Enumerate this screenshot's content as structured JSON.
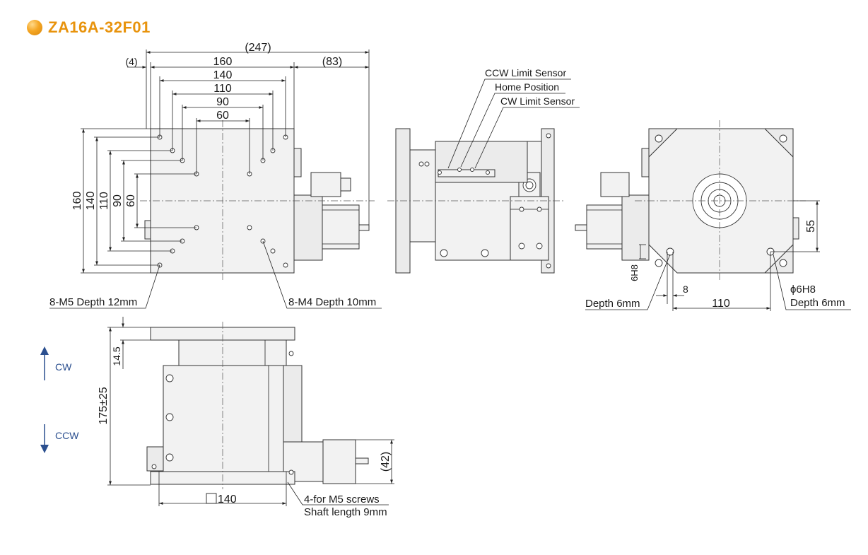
{
  "title": "ZA16A-32F01",
  "colors": {
    "title": "#e8930c",
    "direction": "#2b4f8f",
    "body": "#f2f2f2"
  },
  "icons": {
    "title_marker": "orange-sphere-icon"
  },
  "top_view": {
    "dims_horizontal": [
      "(247)",
      "(4)",
      "160",
      "(83)",
      "140",
      "110",
      "90",
      "60"
    ],
    "dims_vertical": [
      "160",
      "140",
      "110",
      "90",
      "60"
    ],
    "callout_left": "8-M5 Depth 12mm",
    "callout_right": "8-M4 Depth 10mm"
  },
  "side_view": {
    "sensor_labels": [
      "CCW Limit Sensor",
      "Home Position",
      "CW Limit Sensor"
    ]
  },
  "right_view": {
    "dim_55": "55",
    "dim_6h8": "6H8",
    "dim_8": "8",
    "dim_110": "110",
    "depth_left": "Depth 6mm",
    "phi_label": "ϕ6H8",
    "depth_right": "Depth 6mm"
  },
  "front_view": {
    "dim_14_5": "14.5",
    "dim_175": "175±25",
    "dim_42": "(42)",
    "dim_140": "140",
    "screw_label_1": "4-for M5 screws",
    "screw_label_2": "Shaft length 9mm",
    "cw": "CW",
    "ccw": "CCW"
  }
}
